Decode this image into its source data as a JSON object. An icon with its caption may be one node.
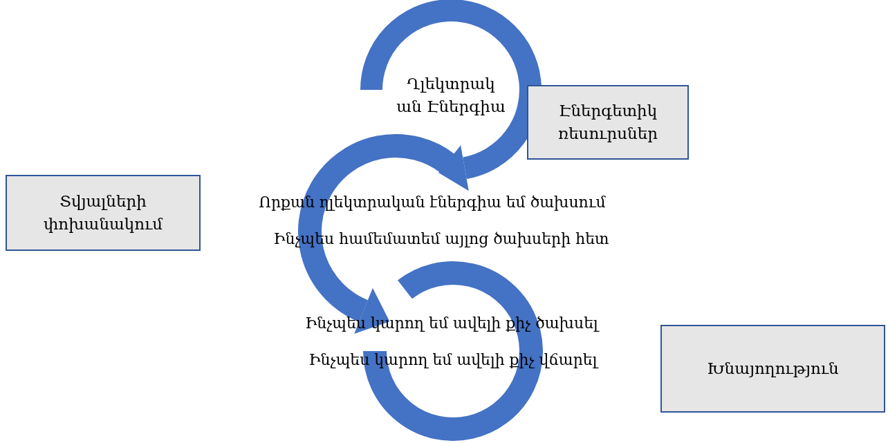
{
  "diagram": {
    "nodes": [
      {
        "text": [
          "Ղլեկտրակ ան Էներգիա"
        ]
      },
      {
        "text": [
          "Էներգետիկ ռեսուրսներ"
        ]
      },
      {
        "text": [
          "Տվյալների փոխանակում"
        ]
      },
      {
        "text": [
          "Խնայողություն"
        ]
      }
    ],
    "labels": [
      "Որքան ղլեկտրական էներգիա եմ ծախսում",
      "Ինչպես համեմատեմ այլոց ծախսերի հետ",
      "Ինչպես կարող եմ ավելի քիչ ծախսել",
      "Ինչպես կարող եմ ավելի քիչ վճարել"
    ]
  }
}
